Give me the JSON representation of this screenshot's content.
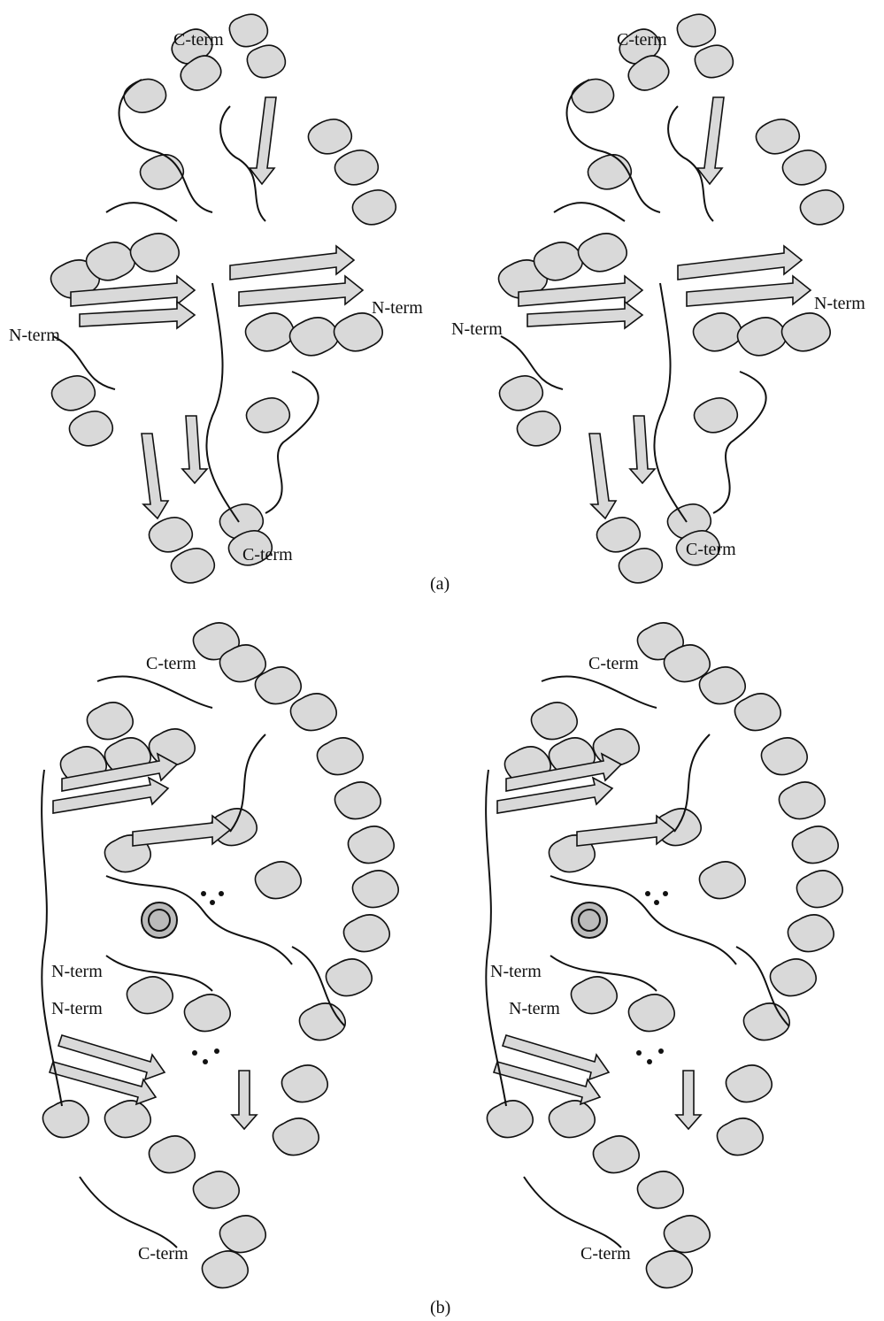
{
  "figure": {
    "panels": [
      {
        "id": "a",
        "caption": "(a)",
        "labels": {
          "c_top": "C-term",
          "n_left": "N-term",
          "n_right": "N-term",
          "c_bottom": "C-term"
        }
      },
      {
        "id": "b",
        "caption": "(b)",
        "labels": {
          "c_top": "C-term",
          "n_upper": "N-term",
          "n_lower": "N-term",
          "c_bottom": "C-term"
        }
      }
    ]
  }
}
